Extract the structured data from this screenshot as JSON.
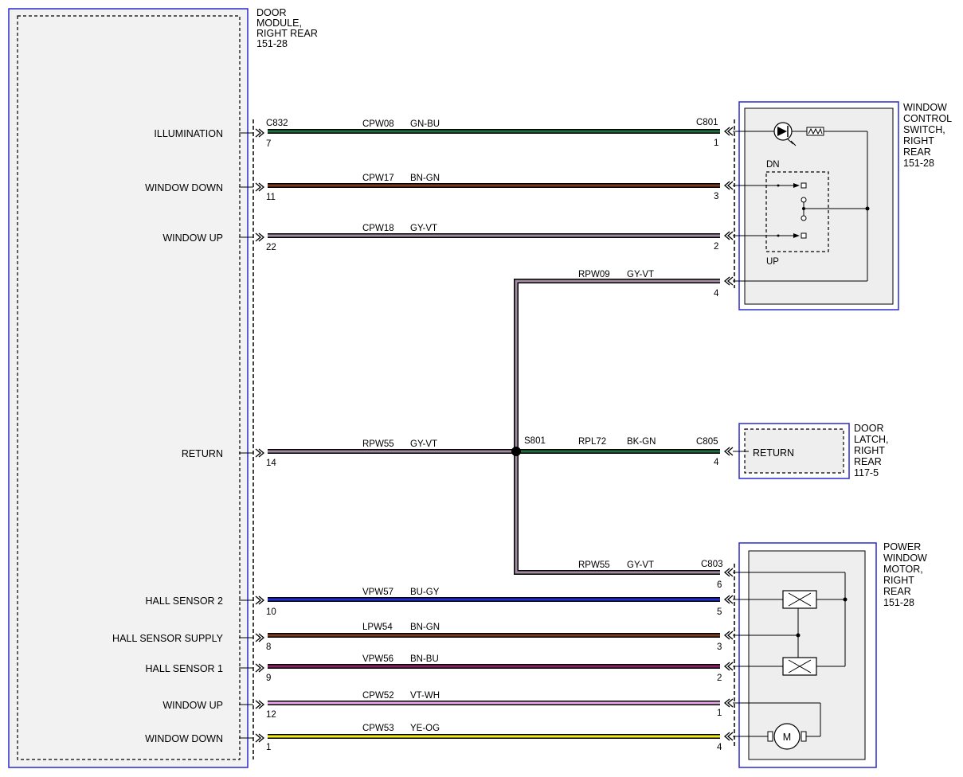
{
  "components": {
    "door_module": {
      "lines": [
        "DOOR",
        "MODULE,",
        "RIGHT REAR",
        "151-28"
      ]
    },
    "window_switch": {
      "lines": [
        "WINDOW",
        "CONTROL",
        "SWITCH,",
        "RIGHT",
        "REAR",
        "151-28"
      ],
      "dn": "DN",
      "up": "UP"
    },
    "door_latch": {
      "lines": [
        "DOOR",
        "LATCH,",
        "RIGHT",
        "REAR",
        "117-5"
      ],
      "inner": "RETURN"
    },
    "power_motor": {
      "lines": [
        "POWER",
        "WINDOW",
        "MOTOR,",
        "RIGHT",
        "REAR",
        "151-28"
      ],
      "motor_symbol": "M"
    }
  },
  "connectors": {
    "left": "C832",
    "switch": "C801",
    "latch": "C805",
    "motor": "C803",
    "splice": "S801"
  },
  "wires": [
    {
      "signal": "ILLUMINATION",
      "circuit": "CPW08",
      "color": "GN-BU",
      "left_pin": "7",
      "right_pin": "1",
      "hex": "#1d6e3c"
    },
    {
      "signal": "WINDOW DOWN",
      "circuit": "CPW17",
      "color": "BN-GN",
      "left_pin": "11",
      "right_pin": "3",
      "hex": "#7a3a1e"
    },
    {
      "signal": "WINDOW UP",
      "circuit": "CPW18",
      "color": "GY-VT",
      "left_pin": "22",
      "right_pin": "2",
      "hex": "#a08aa0"
    },
    {
      "signal": "RETURN",
      "circuit": "RPW55",
      "color": "GY-VT",
      "left_pin": "14",
      "hex": "#a08aa0"
    },
    {
      "signal": "HALL SENSOR 2",
      "circuit": "VPW57",
      "color": "BU-GY",
      "left_pin": "10",
      "right_pin": "5",
      "hex": "#1f2ed6"
    },
    {
      "signal": "HALL SENSOR SUPPLY",
      "circuit": "LPW54",
      "color": "BN-GN",
      "left_pin": "8",
      "right_pin": "3",
      "hex": "#7a3a1e"
    },
    {
      "signal": "HALL SENSOR 1",
      "circuit": "VPW56",
      "color": "BN-BU",
      "left_pin": "9",
      "right_pin": "2",
      "hex": "#8a1f63"
    },
    {
      "signal": "WINDOW UP",
      "circuit": "CPW52",
      "color": "VT-WH",
      "left_pin": "12",
      "right_pin": "1",
      "hex": "#e6a5e6"
    },
    {
      "signal": "WINDOW DOWN",
      "circuit": "CPW53",
      "color": "YE-OG",
      "left_pin": "1",
      "right_pin": "4",
      "hex": "#f2ee1a"
    }
  ],
  "branch_wires": [
    {
      "circuit": "RPW09",
      "color": "GY-VT",
      "right_pin": "4",
      "hex": "#a08aa0"
    },
    {
      "circuit": "RPL72",
      "color": "BK-GN",
      "right_pin": "4",
      "hex": "#1d6e3c"
    },
    {
      "circuit": "RPW55",
      "color": "GY-VT",
      "right_pin": "6",
      "hex": "#a08aa0"
    }
  ],
  "colors": {
    "outline_blue": "#2a2ad0",
    "component_fill": "#eeeeee"
  }
}
